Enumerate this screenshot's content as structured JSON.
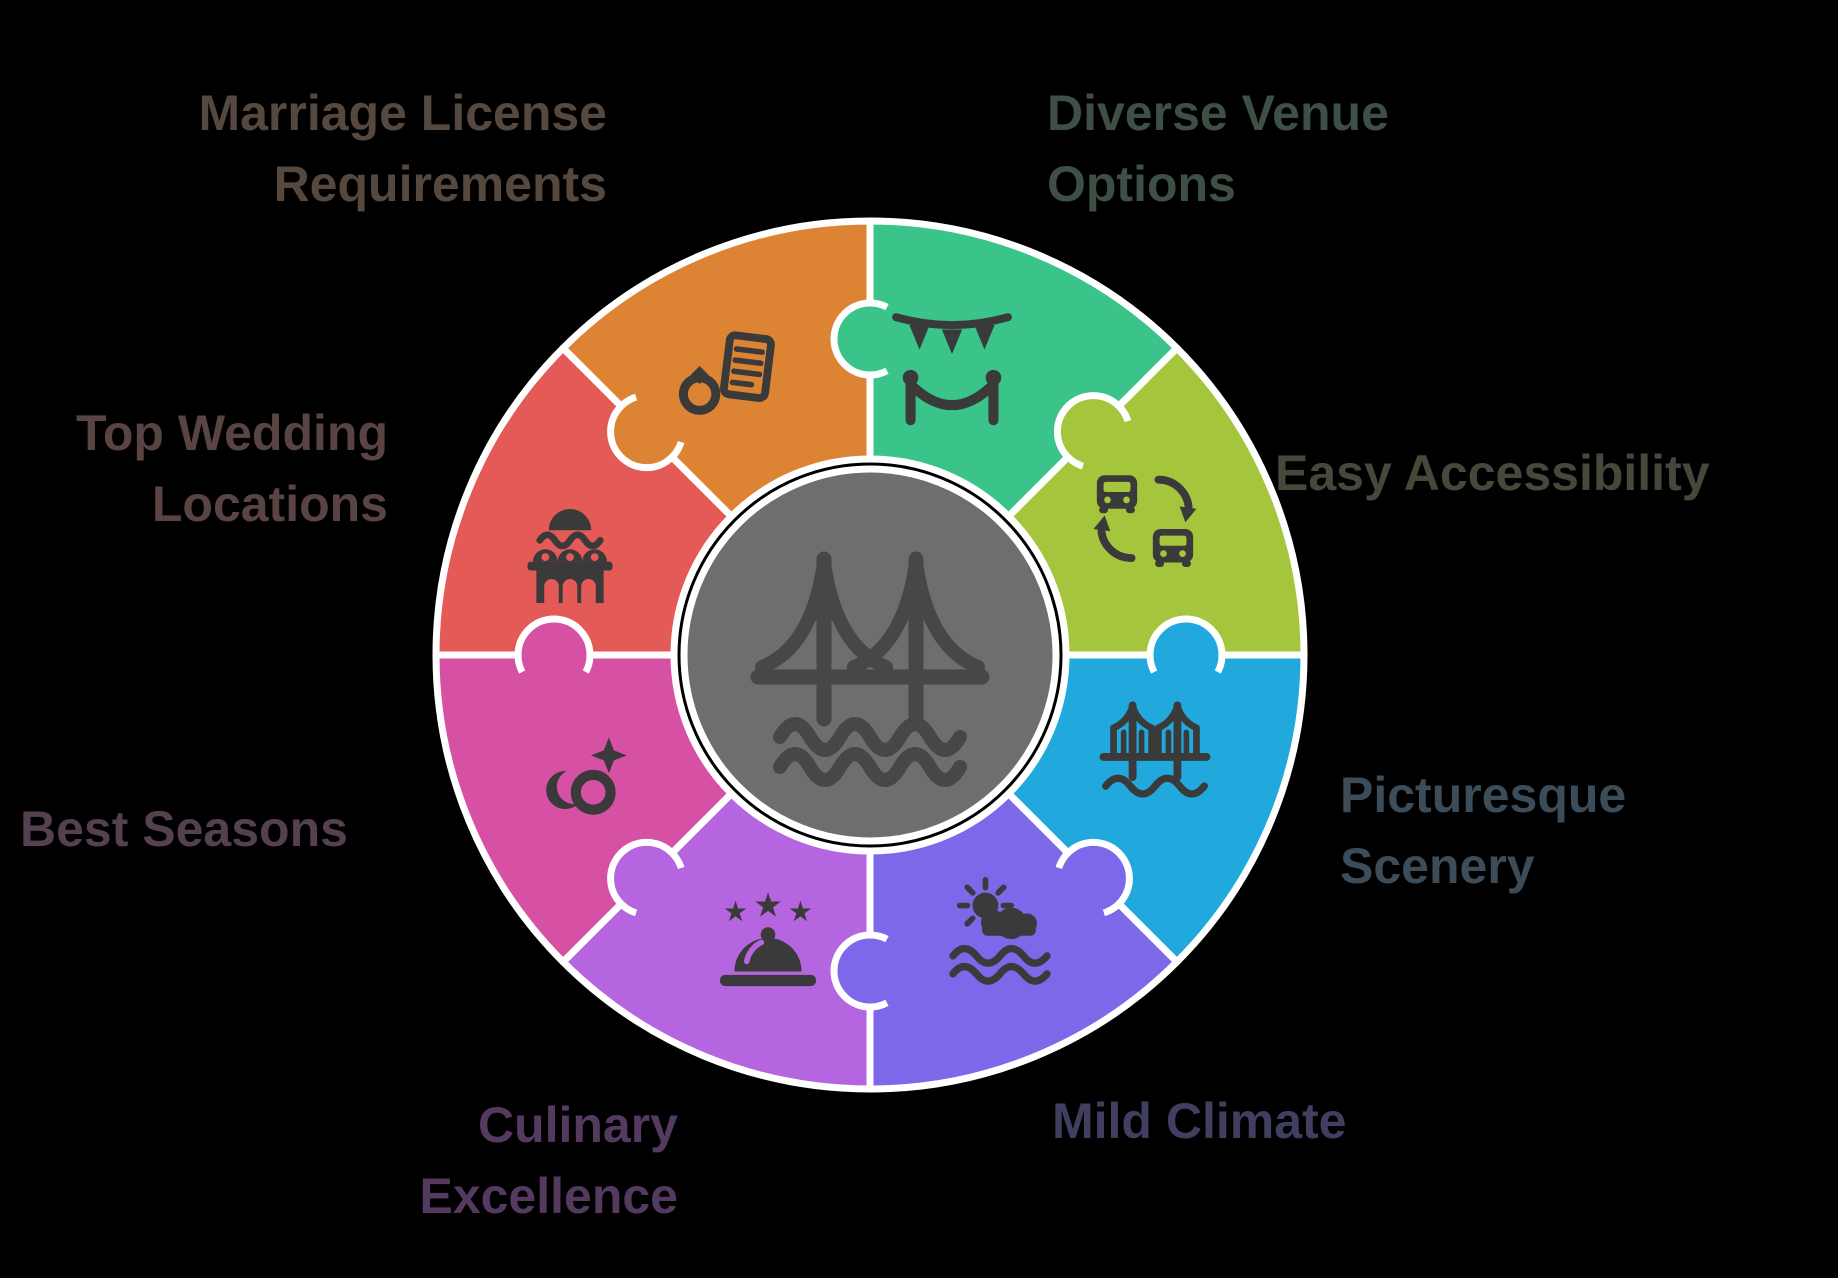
{
  "background_color": "#000000",
  "stroke_color": "#ffffff",
  "icon_color": "#3a3a3a",
  "center": {
    "fill": "#6e6e6e",
    "icon": "suspension-bridge-icon",
    "icon_color": "#474747"
  },
  "segments": [
    {
      "id": "diverse-venue-options",
      "label": "Diverse Venue Options",
      "label_lines": [
        "Diverse Venue",
        "Options"
      ],
      "color": "#3bc48a",
      "label_color": "#3e4f46",
      "icon": "party-banner-icon"
    },
    {
      "id": "easy-accessibility",
      "label": "Easy Accessibility",
      "label_lines": [
        "Easy Accessibility"
      ],
      "color": "#a4c53c",
      "label_color": "#45483a",
      "icon": "transit-transfer-icon"
    },
    {
      "id": "picturesque-scenery",
      "label": "Picturesque Scenery",
      "label_lines": [
        "Picturesque",
        "Scenery"
      ],
      "color": "#21a8dc",
      "label_color": "#3c4d59",
      "icon": "bridge-icon"
    },
    {
      "id": "mild-climate",
      "label": "Mild Climate",
      "label_lines": [
        "Mild Climate"
      ],
      "color": "#7c68e8",
      "label_color": "#413f5f",
      "icon": "sun-over-sea-icon"
    },
    {
      "id": "culinary-excellence",
      "label": "Culinary Excellence",
      "label_lines": [
        "Culinary",
        "Excellence"
      ],
      "color": "#b665e0",
      "label_color": "#533a5e",
      "icon": "cloche-stars-icon"
    },
    {
      "id": "best-seasons",
      "label": "Best Seasons",
      "label_lines": [
        "Best Seasons"
      ],
      "color": "#d650a4",
      "label_color": "#54404f",
      "icon": "ring-sparkle-icon"
    },
    {
      "id": "top-wedding-locations",
      "label": "Top Wedding Locations",
      "label_lines": [
        "Top Wedding",
        "Locations"
      ],
      "color": "#e45a56",
      "label_color": "#5a4343",
      "icon": "palace-dome-icon"
    },
    {
      "id": "marriage-license-requirements",
      "label": "Marriage License Requirements",
      "label_lines": [
        "Marriage License",
        "Requirements"
      ],
      "color": "#dc8434",
      "label_color": "#55483e",
      "icon": "ring-document-icon"
    }
  ]
}
